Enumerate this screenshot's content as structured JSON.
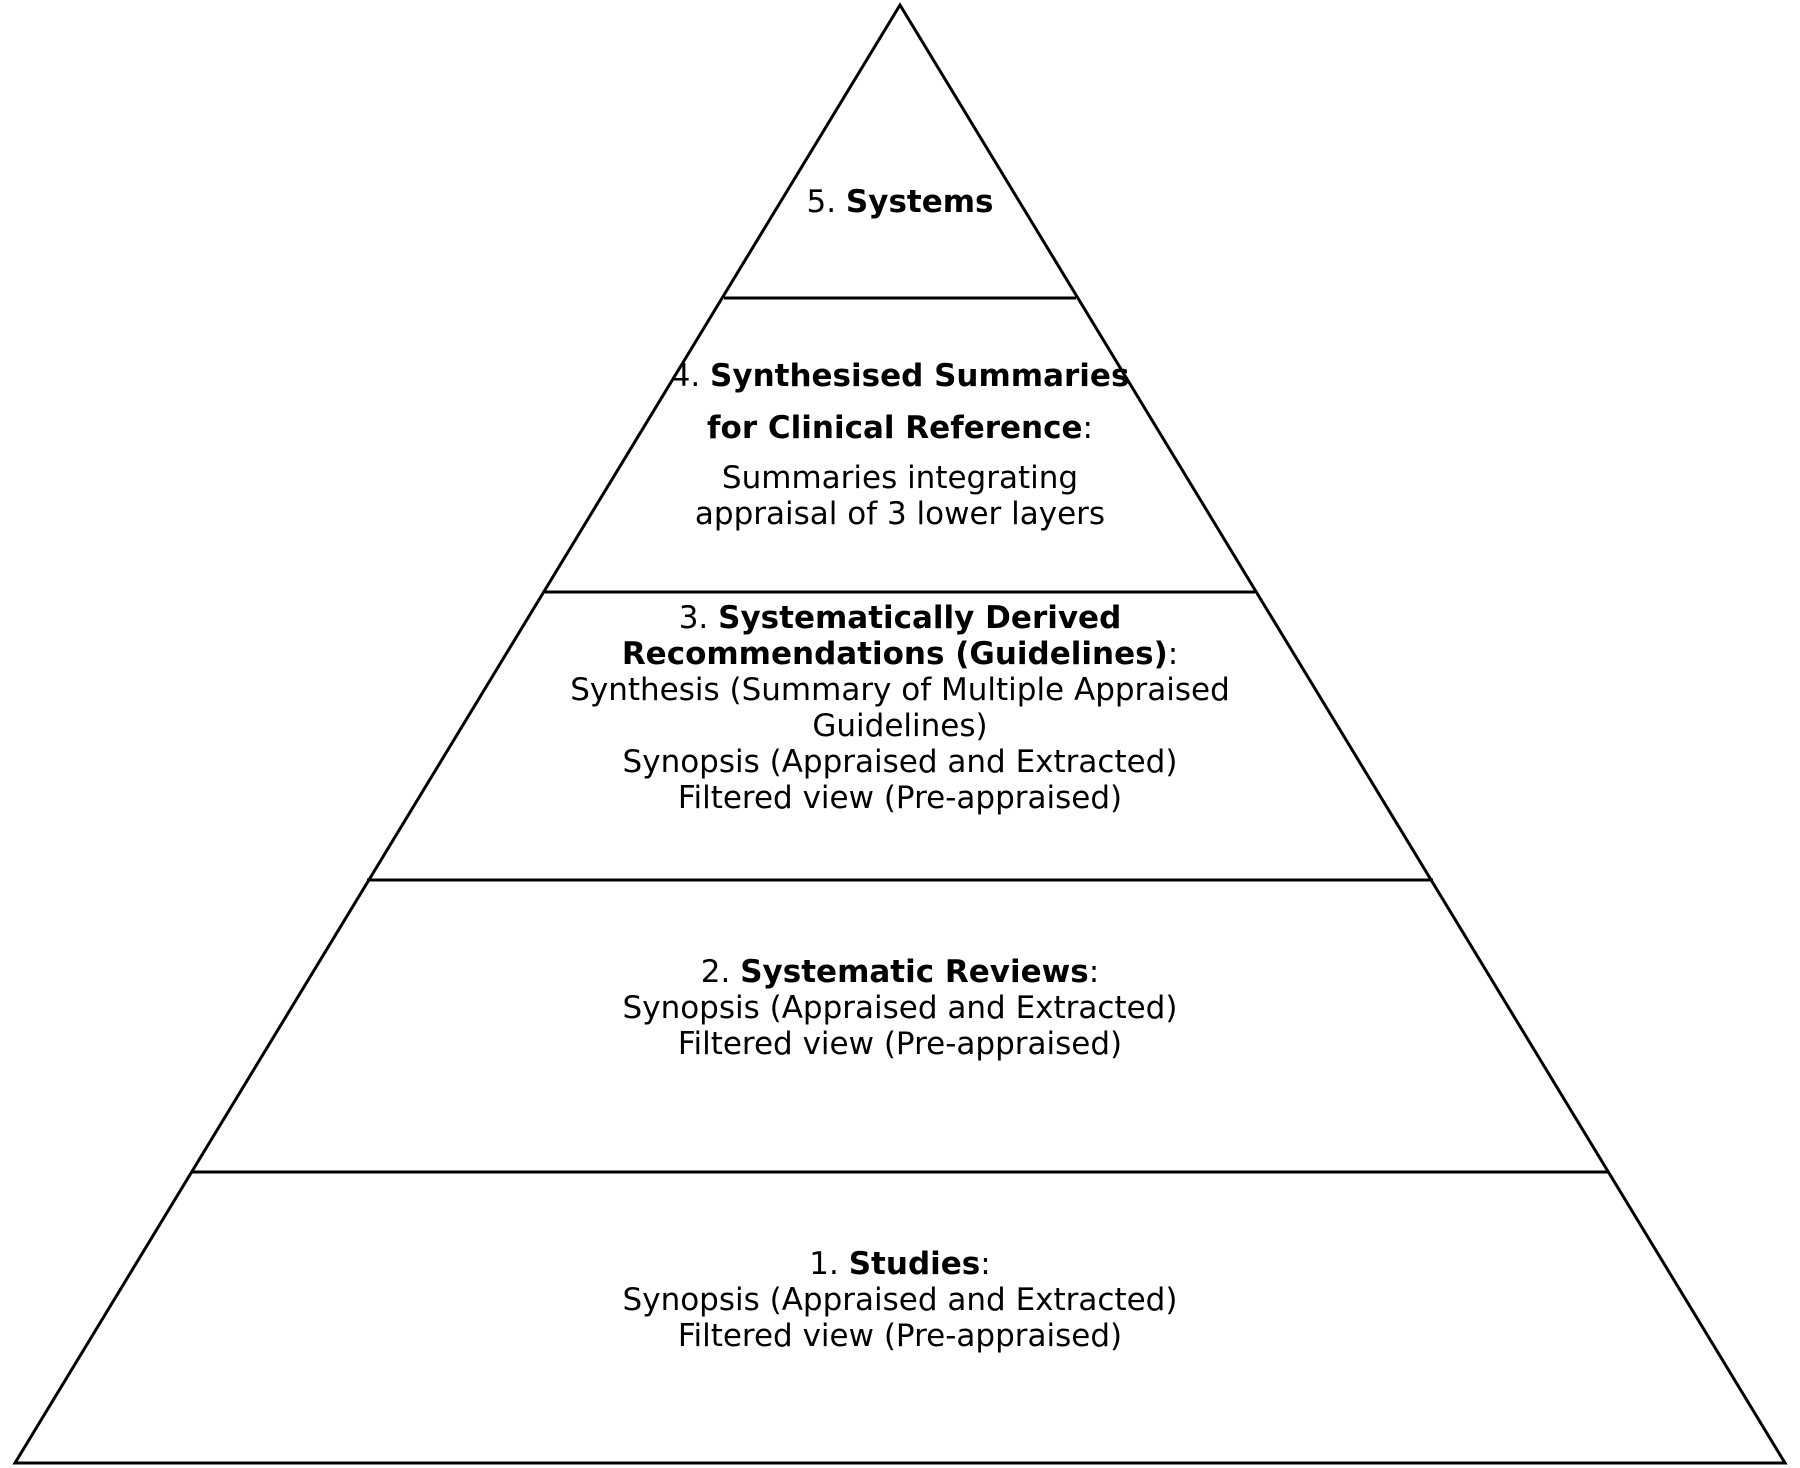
{
  "pyramid": {
    "layers": [
      {
        "id": 5,
        "number": "5.",
        "title": "Systems",
        "suffix": "",
        "lines": []
      },
      {
        "id": 4,
        "number": "4.",
        "title_line1": "Synthesised Summaries",
        "title_line2": "for Clinical Reference",
        "suffix": ":",
        "lines": [
          "Summaries integrating",
          "appraisal of 3 lower layers"
        ]
      },
      {
        "id": 3,
        "number": "3.",
        "title_line1": "Systematically Derived",
        "title_line2": "Recommendations (Guidelines)",
        "suffix": ":",
        "lines": [
          "Synthesis (Summary of Multiple Appraised",
          "Guidelines)",
          "Synopsis (Appraised and Extracted)",
          "Filtered view (Pre-appraised)"
        ]
      },
      {
        "id": 2,
        "number": "2.",
        "title": "Systematic Reviews",
        "suffix": ":",
        "lines": [
          "Synopsis (Appraised and Extracted)",
          "Filtered view (Pre-appraised)"
        ]
      },
      {
        "id": 1,
        "number": "1.",
        "title": "Studies",
        "suffix": ":",
        "lines": [
          "Synopsis (Appraised and Extracted)",
          "Filtered view (Pre-appraised)"
        ]
      }
    ],
    "colors": {
      "stroke": "#000000",
      "fill": "#ffffff"
    }
  }
}
